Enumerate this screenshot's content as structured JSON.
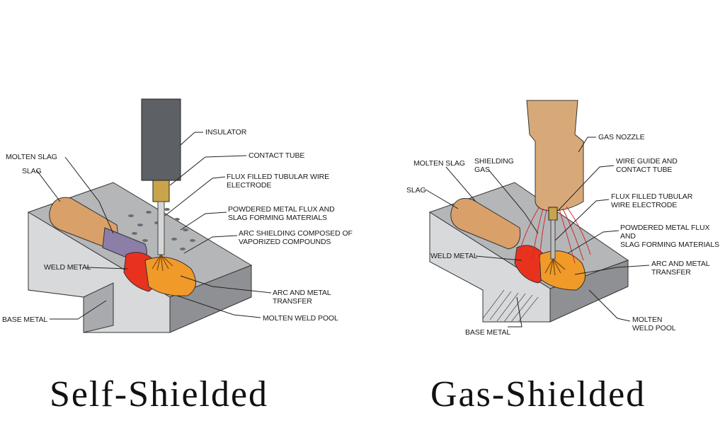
{
  "self_shielded": {
    "caption": "Self-Shielded",
    "labels": {
      "insulator": "INSULATOR",
      "contact_tube": "CONTACT TUBE",
      "molten_slag": "MOLTEN SLAG",
      "slag": "SLAG",
      "wire_electrode": "FLUX FILLED TUBULAR WIRE ELECTRODE",
      "powdered_flux": "POWDERED METAL FLUX AND\nSLAG FORMING MATERIALS",
      "arc_shielding": "ARC SHIELDING COMPOSED OF\nVAPORIZED COMPOUNDS",
      "weld_metal": "WELD METAL",
      "arc_transfer": "ARC AND METAL TRANSFER",
      "base_metal": "BASE METAL",
      "weld_pool": "MOLTEN WELD POOL"
    }
  },
  "gas_shielded": {
    "caption": "Gas-Shielded",
    "labels": {
      "gas_nozzle": "GAS NOZZLE",
      "molten_slag": "MOLTEN SLAG",
      "shielding_gas": "SHIELDING\nGAS",
      "wire_guide": "WIRE GUIDE AND\nCONTACT TUBE",
      "slag": "SLAG",
      "wire_electrode": "FLUX FILLED TUBULAR\nWIRE ELECTRODE",
      "powdered_flux": "POWDERED METAL FLUX AND\nSLAG FORMING MATERIALS",
      "weld_metal": "WELD METAL",
      "arc_transfer": "ARC AND METAL\nTRANSFER",
      "base_metal": "BASE METAL",
      "weld_pool": "MOLTEN\nWELD POOL"
    }
  },
  "colors": {
    "metal_top": "#b5b6b8",
    "metal_front": "#d8d9db",
    "metal_side": "#8f9093",
    "slag": "#d9a06a",
    "molten_weld": "#e8321e",
    "weld_pool": "#f09a2a",
    "insulator": "#5d6064",
    "brass": "#c9a44a",
    "nozzle": "#d8a978",
    "gas": "#d12a2a"
  }
}
